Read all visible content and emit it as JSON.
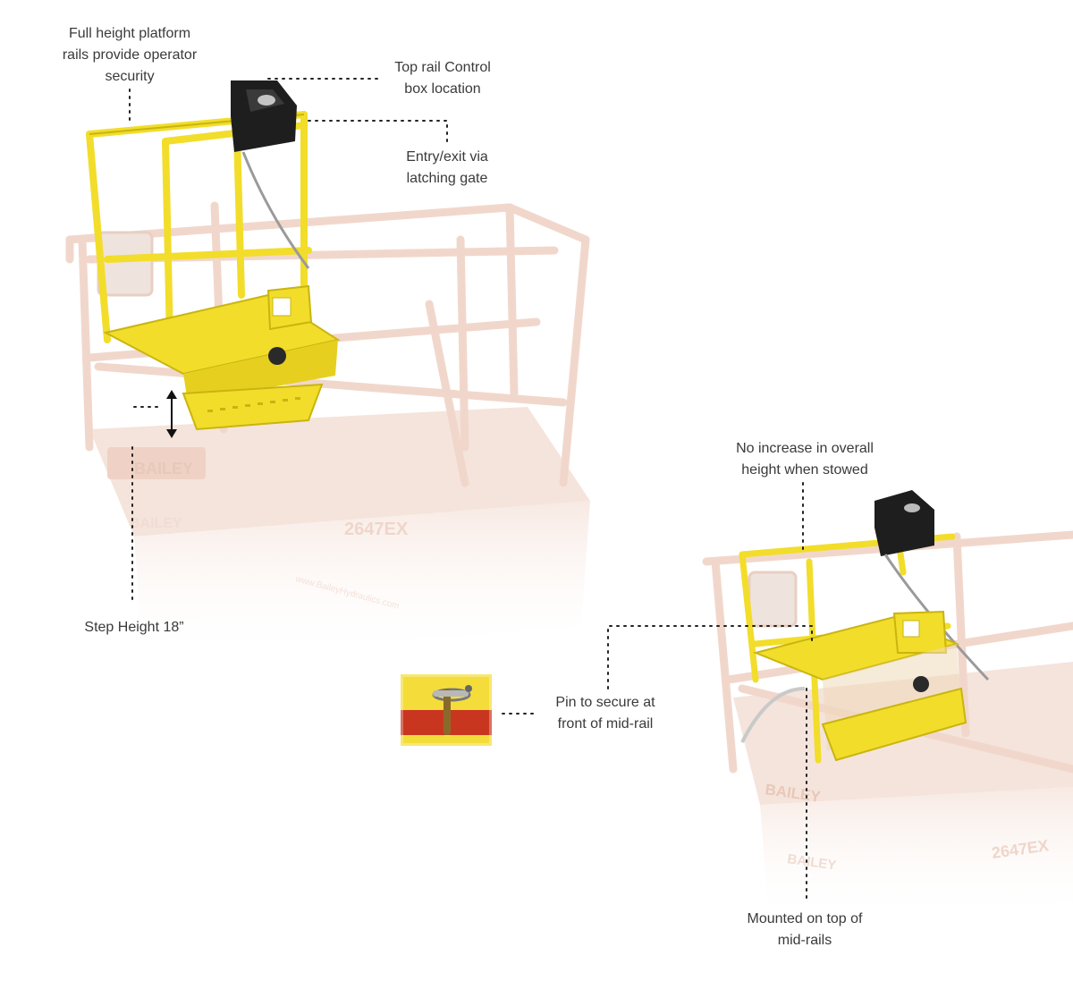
{
  "callouts": {
    "rails": "Full height platform\nrails provide operator\nsecurity",
    "control_box": "Top rail Control\nbox location",
    "gate": "Entry/exit via\nlatching gate",
    "step_height": "Step Height 18”",
    "overall_height": "No increase in overall\nheight when stowed",
    "pin": "Pin to secure at\nfront of mid-rail",
    "mounted": "Mounted on top of\nmid-rails"
  },
  "branding": {
    "logo_text": "BAILEY",
    "model": "2647EX",
    "web": "www.BaileyHydraulics.com"
  },
  "colors": {
    "yellow": "#f2dd2a",
    "yellow_dark": "#c9b50f",
    "ghost_rail": "#f1d7cb",
    "ghost_fill": "#f7e8e1",
    "control_box": "#1e1e1e",
    "pin_red": "#c9361f",
    "leader": "#222222"
  },
  "icons": [
    "double-arrow-icon",
    "pin-icon",
    "control-box-icon"
  ]
}
